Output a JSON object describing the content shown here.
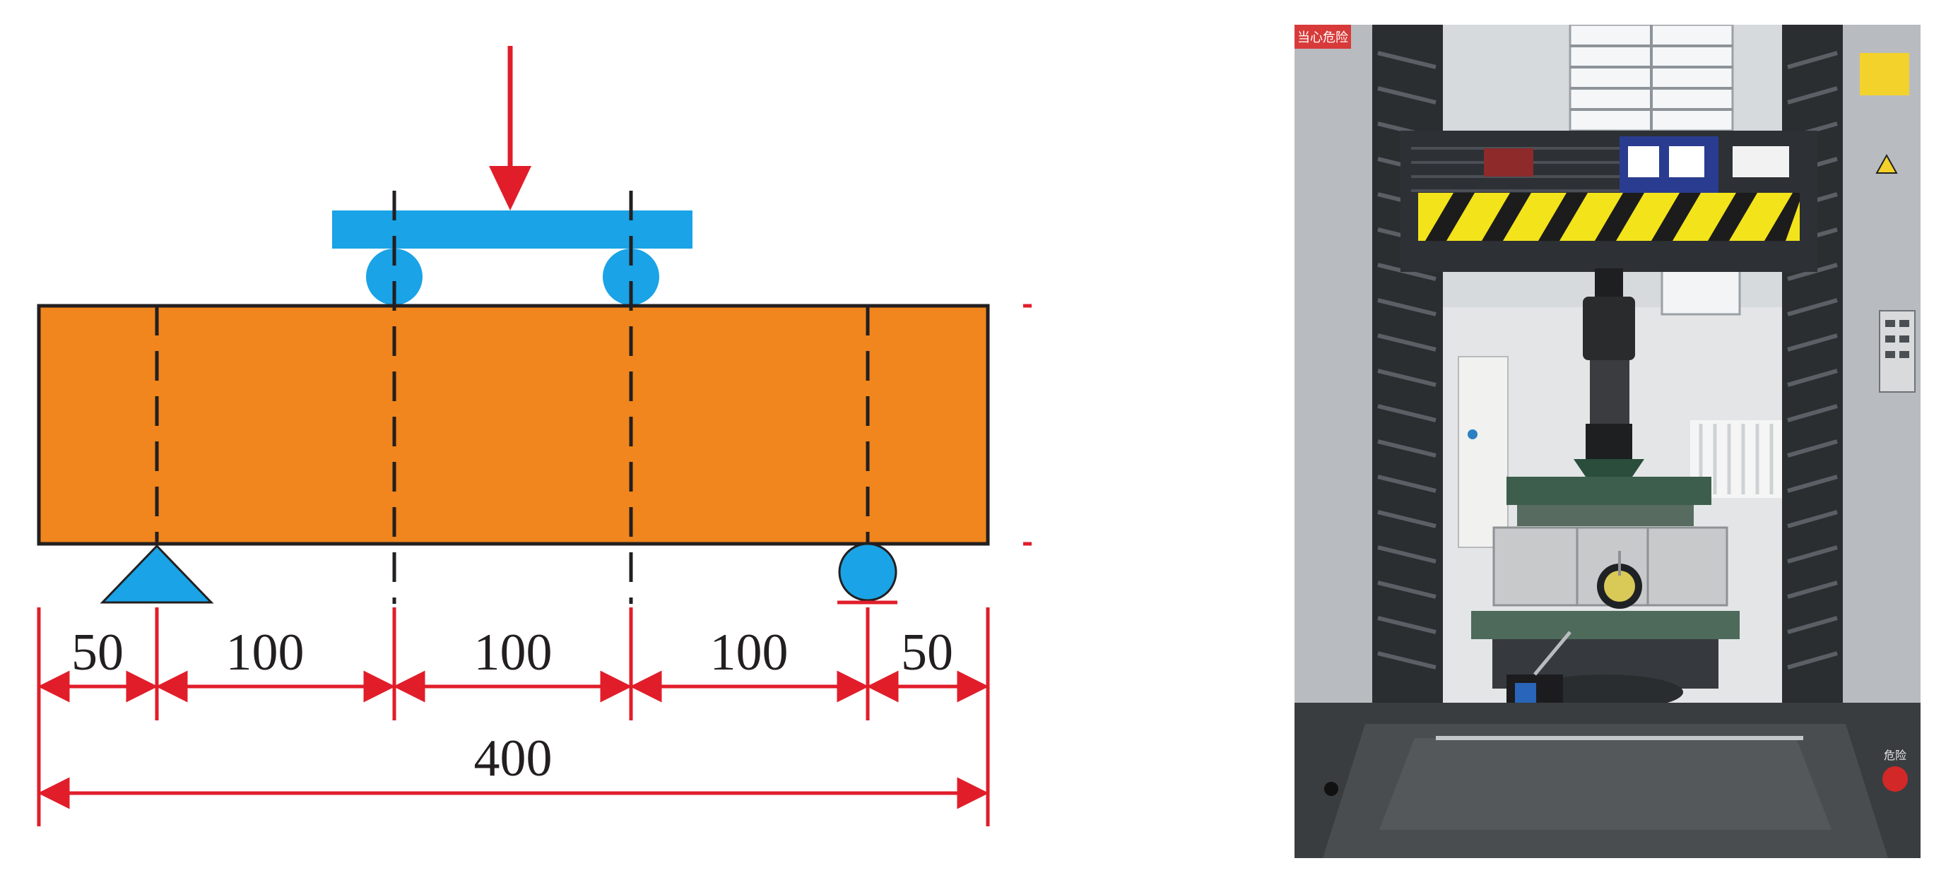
{
  "diagram": {
    "dimensions": {
      "segments": [
        "50",
        "100",
        "100",
        "100",
        "50"
      ],
      "total": "400",
      "height": "100"
    },
    "colors": {
      "beam": "#f0861d",
      "supports_and_loading": "#1aa3e6",
      "dimension_lines": "#e11d2a",
      "load_arrow": "#e11d2a",
      "outline": "#231f20"
    }
  },
  "photo": {
    "warning_sign_text": "当心危险",
    "panel_label": "危险"
  }
}
